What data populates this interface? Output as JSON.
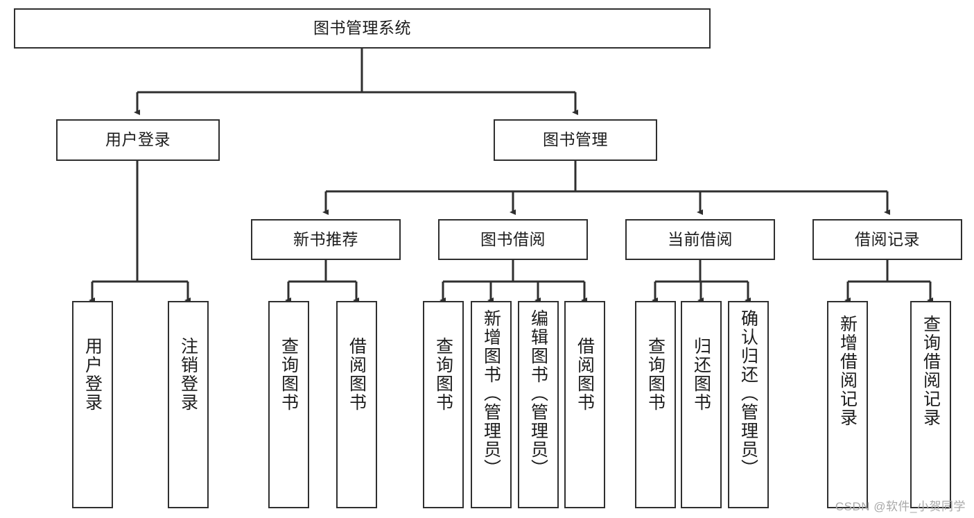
{
  "diagram": {
    "title": "图书管理系统",
    "type": "tree-hierarchy-chart",
    "watermark": "CSDN @软件_小贺同学",
    "colors": {
      "border": "#2f2f2f",
      "background": "#ffffff",
      "text": "#1c1c1c",
      "watermark": "#a8a8a8"
    },
    "root": {
      "label": "图书管理系统"
    },
    "level2": [
      {
        "label": "用户登录"
      },
      {
        "label": "图书管理"
      }
    ],
    "level3": [
      {
        "label": "新书推荐"
      },
      {
        "label": "图书借阅"
      },
      {
        "label": "当前借阅"
      },
      {
        "label": "借阅记录"
      }
    ],
    "leaves": {
      "user_login": [
        {
          "label": "用户登录"
        },
        {
          "label": "注销登录"
        }
      ],
      "new_book": [
        {
          "label": "查询图书"
        },
        {
          "label": "借阅图书"
        }
      ],
      "borrow": [
        {
          "label": "查询图书"
        },
        {
          "label": "新增图书（管理员）"
        },
        {
          "label": "编辑图书（管理员）"
        },
        {
          "label": "借阅图书"
        }
      ],
      "current": [
        {
          "label": "查询图书"
        },
        {
          "label": "归还图书"
        },
        {
          "label": "确认归还（管理员）"
        }
      ],
      "records": [
        {
          "label": "新增借阅记录"
        },
        {
          "label": "查询借阅记录"
        }
      ]
    }
  }
}
